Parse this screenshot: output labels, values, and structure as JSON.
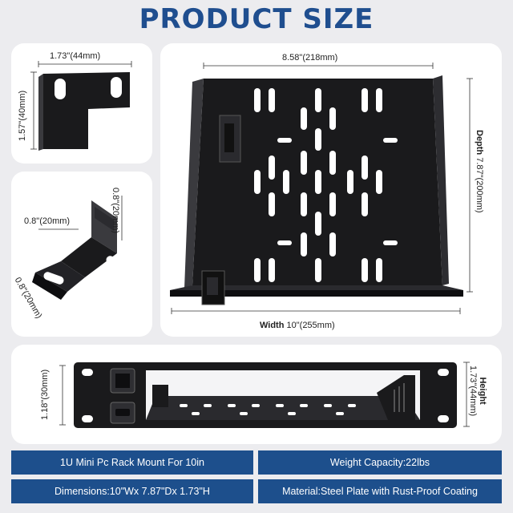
{
  "title": "PRODUCT SIZE",
  "colors": {
    "title": "#1f4e8f",
    "bar": "#1d4f8c",
    "panel": "#ffffff",
    "background": "#ececef",
    "metal": "#1a1a1c"
  },
  "bracket_top": {
    "width_label": "1.73\"(44mm)",
    "height_label": "1.57\"(40mm)"
  },
  "bracket_angle": {
    "top_label": "0.8\"(20mm)",
    "side_label": "0.8\"(20mm)",
    "bottom_label": "0.8\"(20mm)"
  },
  "tray": {
    "top_label": "8.58\"(218mm)",
    "depth_prefix": "Depth",
    "depth_label": "7.87\"(200mm)",
    "width_prefix": "Width",
    "width_label": "10\"(255mm)"
  },
  "front": {
    "left_label": "1.18\"(30mm)",
    "height_prefix": "Height",
    "height_label": "1.73\"(44mm)"
  },
  "specs": [
    "1U Mini Pc Rack Mount For 10in",
    "Weight Capacity:22lbs",
    "Dimensions:10\"Wx 7.87\"Dx 1.73\"H",
    "Material:Steel Plate with Rust-Proof Coating"
  ]
}
